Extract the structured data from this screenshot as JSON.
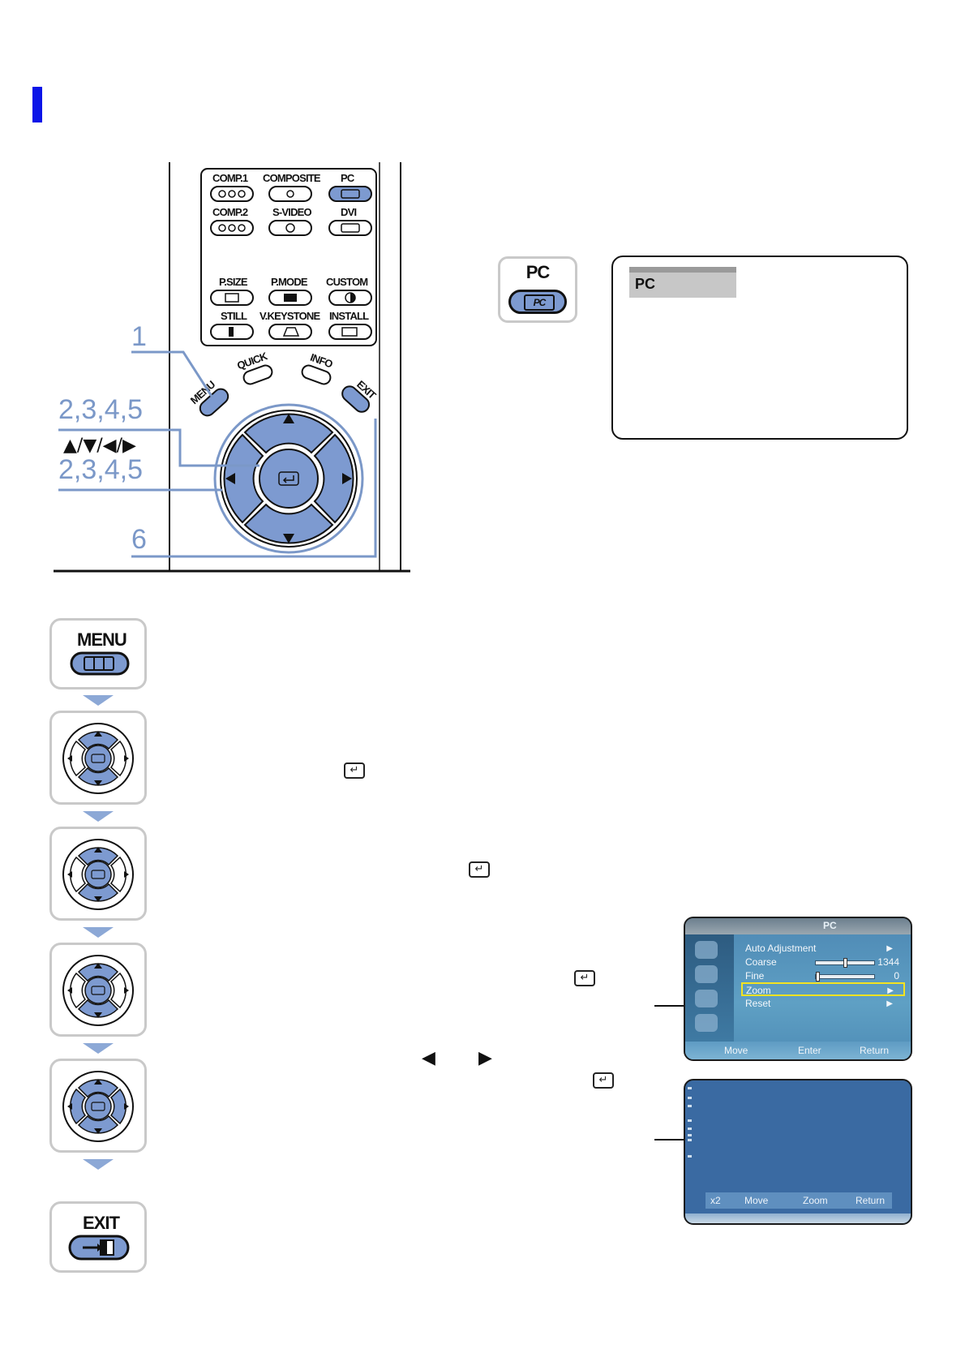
{
  "remote": {
    "buttons": {
      "comp1": "COMP.1",
      "composite": "COMPOSITE",
      "pc": "PC",
      "comp2": "COMP.2",
      "svideo": "S-VIDEO",
      "dvi": "DVI",
      "psize": "P.SIZE",
      "pmode": "P.MODE",
      "custom": "CUSTOM",
      "still": "STILL",
      "vkeystone": "V.KEYSTONE",
      "install": "INSTALL",
      "menu": "MENU",
      "quick": "QUICK",
      "info": "INFO",
      "exit": "EXIT",
      "pc_key_icon": "PC"
    },
    "callouts": {
      "c1": "1",
      "c2": "2,3,4,5",
      "arrows": "▲/▼/◀/▶",
      "c3": "2,3,4,5",
      "c6": "6"
    }
  },
  "pc_badge": {
    "label": "PC",
    "icon": "PC"
  },
  "source_box": {
    "highlight": "PC"
  },
  "steps": {
    "menu_label": "MENU",
    "exit_label": "EXIT",
    "enter_glyph": "↵",
    "left_glyph": "◀",
    "right_glyph": "▶"
  },
  "osd_pc": {
    "title": "PC",
    "items": [
      {
        "label": "Auto Adjustment",
        "arrow": "▶"
      },
      {
        "label": "Coarse",
        "value": "1344",
        "level": 0.5
      },
      {
        "label": "Fine",
        "value": "0",
        "level": 0.0
      },
      {
        "label": "Zoom",
        "arrow": "▶"
      },
      {
        "label": "Reset",
        "arrow": "▶"
      }
    ],
    "footer": {
      "move": "Move",
      "enter": "Enter",
      "return": "Return"
    }
  },
  "osd_zoom": {
    "footer": {
      "zoom_level": "x2",
      "move": "Move",
      "zoom": "Zoom",
      "return": "Return"
    }
  },
  "colors": {
    "accent_blue": "#0a14e8",
    "key_blue": "#7d9ad0",
    "callout_blue": "#7b98c8",
    "osd_blue": "#3a6aa2",
    "select_yellow": "#f3e321"
  }
}
